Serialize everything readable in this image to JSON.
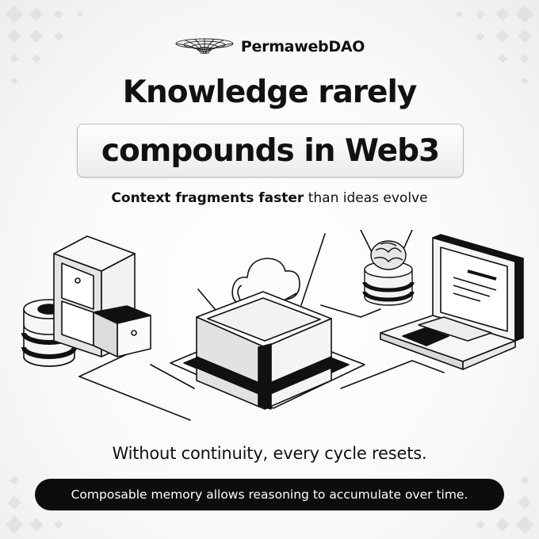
{
  "brand": {
    "name": "PermawebDAO",
    "logo_icon": "wormhole-grid-icon"
  },
  "headline": {
    "line1": "Knowledge rarely",
    "line2": "compounds in Web3"
  },
  "subtitle": {
    "bold": "Context fragments faster",
    "regular": " than ideas evolve"
  },
  "illustration": {
    "icons": [
      "database-icon",
      "filing-cabinet-icon",
      "cloud-icon",
      "server-block-icon",
      "brain-icon",
      "laptop-icon"
    ]
  },
  "statement": "Without continuity, every cycle resets.",
  "footer_pill": "Composable memory allows reasoning to accumulate over time.",
  "colors": {
    "background": "#f4f4f4",
    "ink": "#111111",
    "pill_bg": "#0d0d0d",
    "pill_text": "#ffffff"
  }
}
